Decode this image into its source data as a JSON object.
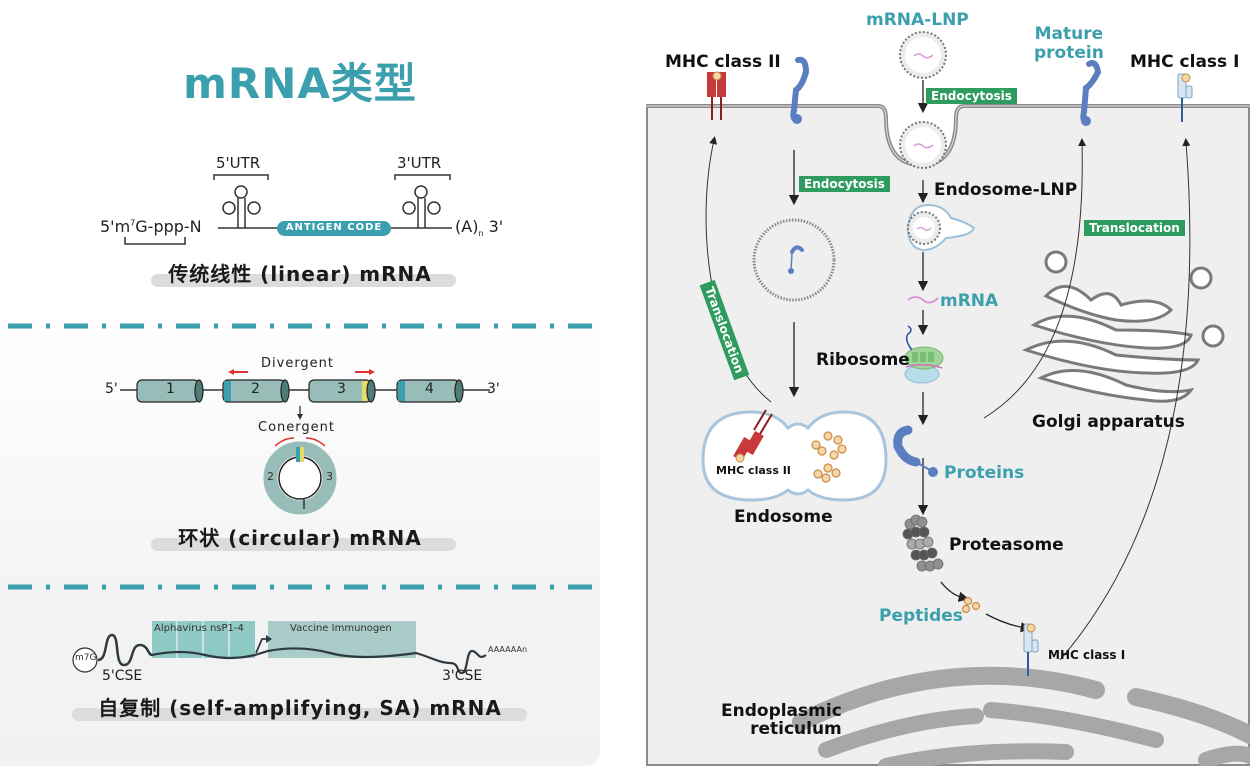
{
  "left_panel": {
    "title": "mRNA类型",
    "linear": {
      "utr5": "5'UTR",
      "utr3": "3'UTR",
      "cap_prefix": "5'm",
      "cap_sup": "7",
      "cap_suffix": "G-ppp-N",
      "antigen_code": "ANTIGEN CODE",
      "polyA": "(A)",
      "polyA_sub": "n",
      "end3": "3'",
      "caption": "传统线性 (linear) mRNA"
    },
    "circular": {
      "divergent": "Divergent",
      "conergent": "Conergent",
      "end5": "5'",
      "end3": "3'",
      "exons": [
        "1",
        "2",
        "3",
        "4"
      ],
      "ring_labels": [
        "2",
        "3"
      ],
      "caption": "环状 (circular) mRNA"
    },
    "self_amplifying": {
      "cap": "m7G",
      "replicase": "Alphavirus nsP1-4",
      "immunogen": "Vaccine Immunogen",
      "cse5": "5'CSE",
      "cse3": "3'CSE",
      "polyA": "AAAAAAn",
      "caption": "自复制 (self-amplifying, SA) mRNA"
    }
  },
  "right_panel": {
    "labels": {
      "mhc2_top": "MHC class II",
      "mrna_lnp": "mRNA-LNP",
      "mature_protein_1": "Mature",
      "mature_protein_2": "protein",
      "mhc1_top": "MHC class I",
      "endosome_lnp": "Endosome-LNP",
      "mrna": "mRNA",
      "ribosome": "Ribosome",
      "golgi": "Golgi apparatus",
      "mhc2_inner": "MHC class II",
      "endosome": "Endosome",
      "proteins": "Proteins",
      "proteasome": "Proteasome",
      "peptides": "Peptides",
      "mhc1_er": "MHC class I",
      "er_1": "Endoplasmic",
      "er_2": "reticulum"
    },
    "badges": {
      "endocytosis_top": "Endocytosis",
      "endocytosis_left": "Endocytosis",
      "translocation_left": "Translocation",
      "translocation_right": "Translocation"
    },
    "colors": {
      "teal": "#3c9fae",
      "badge_green": "#2e9c5e",
      "protein_blue": "#5b7ec0",
      "mhc2_red": "#c8393b",
      "cell_bg": "#efefef"
    }
  }
}
